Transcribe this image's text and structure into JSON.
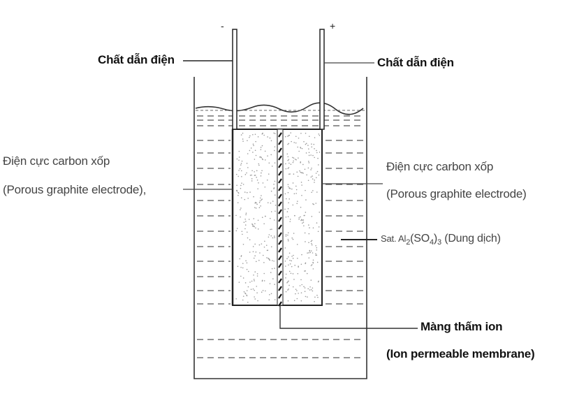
{
  "diagram": {
    "polarity": {
      "negative": "-",
      "positive": "+"
    },
    "labels": {
      "conductor_left": "Chất dẫn điện",
      "conductor_right": "Chất dẫn điện",
      "electrode_left_vi": "Điện cực carbon xốp",
      "electrode_left_en": "(Porous graphite electrode),",
      "electrode_right_vi": "Điện cực carbon xốp",
      "electrode_right_en": "(Porous graphite electrode)",
      "electrolyte_prefix": "Sat. Al",
      "electrolyte_sub1": "2",
      "electrolyte_mid1": "(SO",
      "electrolyte_sub2": "4",
      "electrolyte_mid2": ")",
      "electrolyte_sub3": "3",
      "electrolyte_suffix": " (Dung dịch)",
      "membrane_vi": "Màng thấm ion",
      "membrane_en": "(Ion permeable membrane)"
    },
    "colors": {
      "line": "#222222",
      "speckle": "#9a9a9a",
      "dash": "#555555"
    }
  }
}
